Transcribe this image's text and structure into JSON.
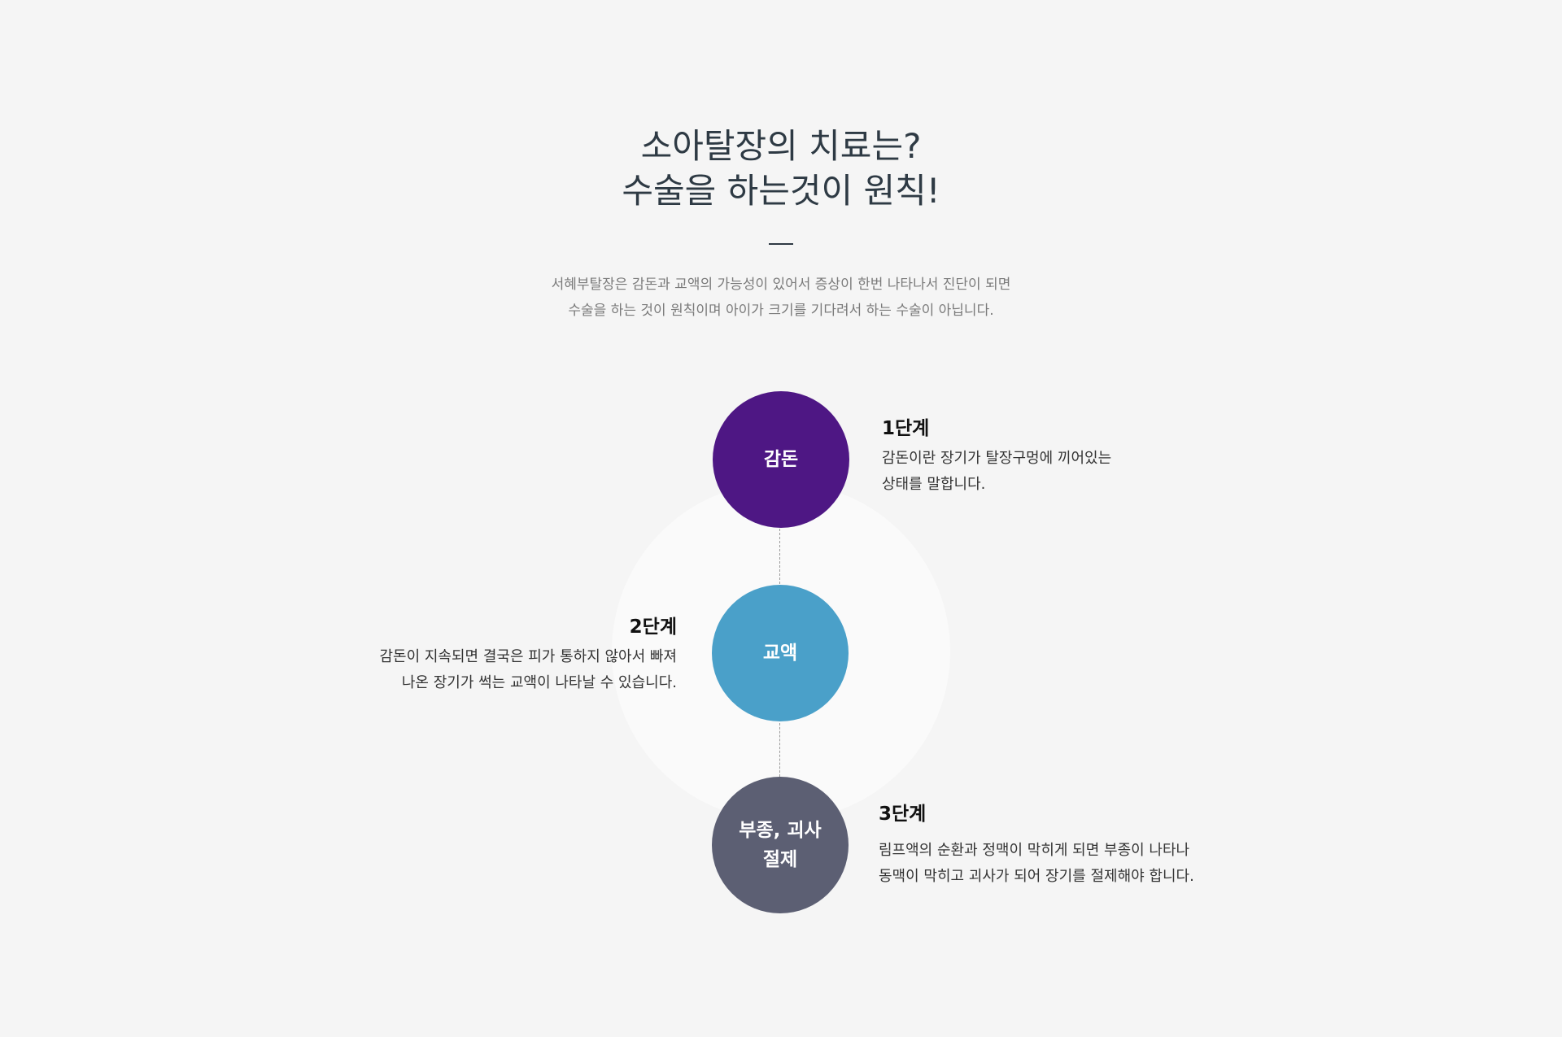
{
  "heading": {
    "line1": "소아탈장의 치료는?",
    "line2": "수술을 하는것이 원칙!"
  },
  "intro": {
    "line1": "서혜부탈장은 감돈과 교액의 가능성이 있어서 증상이 한번 나타나서 진단이 되면",
    "line2": "수술을 하는 것이 원칙이며 아이가 크기를 기다려서 하는 수술이 아닙니다."
  },
  "stages": [
    {
      "circle_label": "감돈",
      "title": "1단계",
      "desc_line1": "감돈이란 장기가 탈장구멍에 끼어있는",
      "desc_line2": "상태를 말합니다.",
      "color": "#4e1784"
    },
    {
      "circle_label": "교액",
      "title": "2단계",
      "desc_line1": "감돈이 지속되면 결국은 피가 통하지 않아서 빠져",
      "desc_line2": "나온 장기가 썩는 교액이 나타날 수 있습니다.",
      "color": "#4aa0c9"
    },
    {
      "circle_label_line1": "부종, 괴사",
      "circle_label_line2": "절제",
      "title": "3단계",
      "desc_line1": "림프액의 순환과 정맥이 막히게 되면 부종이 나타나",
      "desc_line2": "동맥이 막히고 괴사가 되어 장기를 절제해야 합니다.",
      "color": "#5c5f73"
    }
  ],
  "colors": {
    "background": "#f5f5f5",
    "heading": "#2e3a44",
    "intro_text": "#7a7a7a"
  }
}
